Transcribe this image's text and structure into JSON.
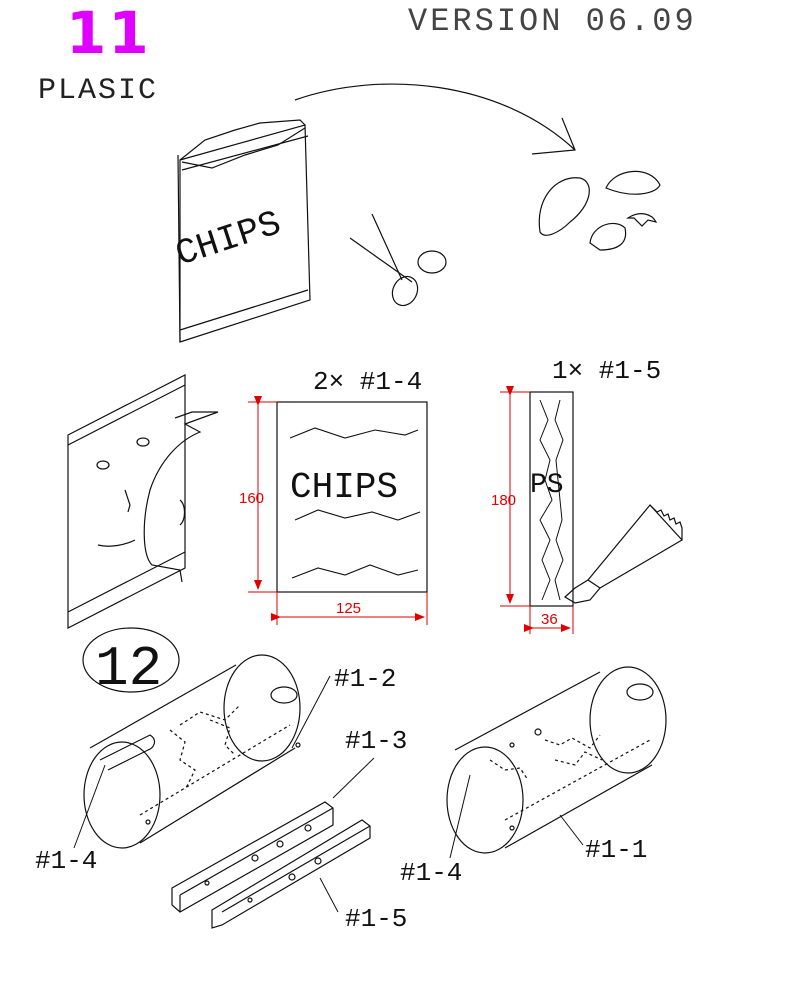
{
  "header": {
    "step_number": "11",
    "title": "PLASIC",
    "version": "VERSION 06.09",
    "accent_color": "#e000ff"
  },
  "bag": {
    "label": "CHIPS"
  },
  "panel_large": {
    "count_label": "2× #1-4",
    "text": "CHIPS",
    "height_dim": "160",
    "width_dim": "125"
  },
  "panel_narrow": {
    "count_label": "1× #1-5",
    "text": "PS",
    "height_dim": "180",
    "width_dim": "36"
  },
  "next_step": {
    "number": "12"
  },
  "assembly_labels": {
    "part_1_2": "#1-2",
    "part_1_3": "#1-3",
    "part_1_4_left": "#1-4",
    "part_1_5": "#1-5",
    "part_1_4_right": "#1-4",
    "part_1_1": "#1-1"
  },
  "dimension_color": "#e00000",
  "icons": [
    "scissors-icon",
    "curved-arrow-icon",
    "glue-tube-icon"
  ]
}
